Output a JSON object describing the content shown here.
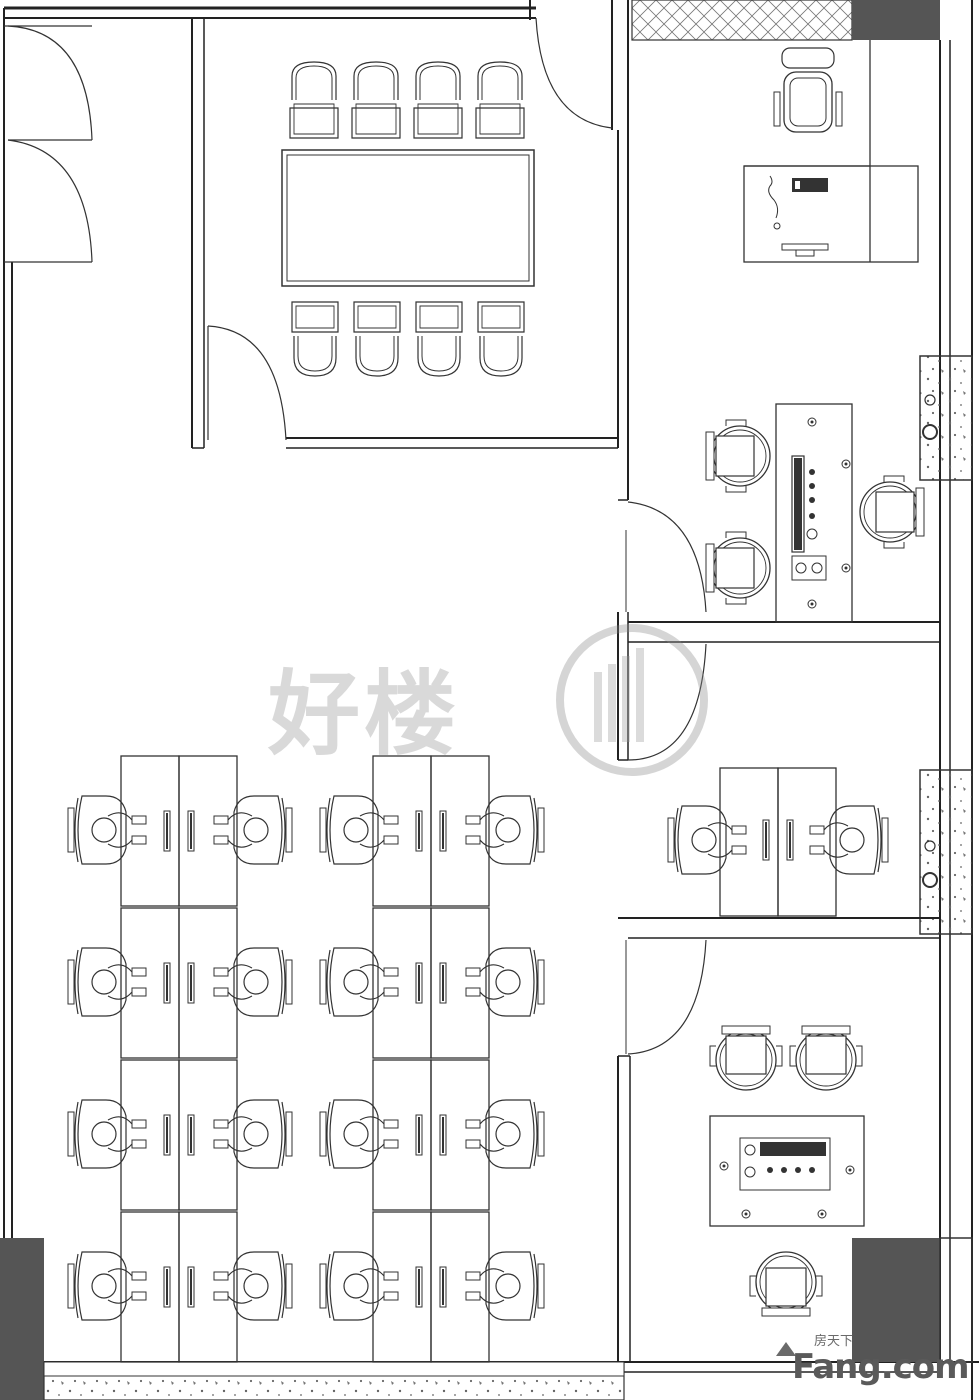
{
  "watermark": {
    "text": "好楼",
    "subtext": "",
    "colors": {
      "text": "#9a9a9a"
    }
  },
  "brand": {
    "cn": "房天下",
    "en": "Fang.com"
  },
  "colors": {
    "wall": "#222222",
    "line": "#333333",
    "column": "#555555"
  },
  "icons": [
    "chair-icon",
    "person-seated-icon",
    "door-swing-icon",
    "monitor-icon",
    "outlet-icon"
  ]
}
